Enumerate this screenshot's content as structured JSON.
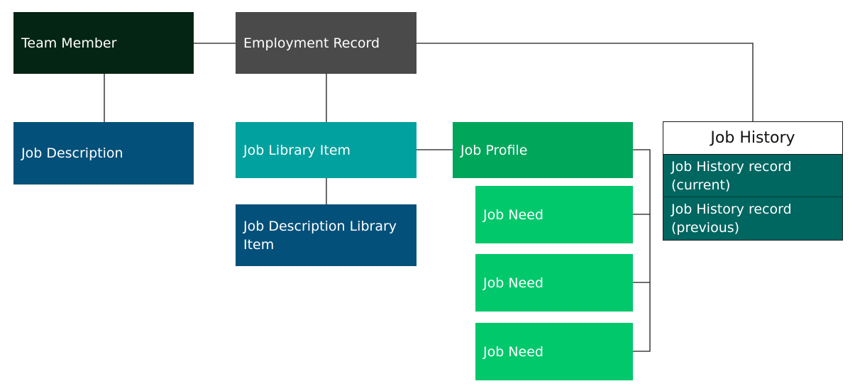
{
  "nodes": {
    "team_member": "Team Member",
    "employment_record": "Employment Record",
    "job_description": "Job Description",
    "job_library_item": "Job Library Item",
    "job_description_library_item": "Job Description Library Item",
    "job_profile": "Job Profile",
    "job_needs": [
      "Job Need",
      "Job Need",
      "Job Need"
    ]
  },
  "job_history": {
    "title": "Job History",
    "records": [
      "Job History record (current)",
      "Job History record (previous)"
    ]
  },
  "colors": {
    "team_member": "#052514",
    "employment_record": "#4a4a4a",
    "job_description": "#03507a",
    "job_library_item": "#00a19e",
    "job_description_library_item": "#03507a",
    "job_profile": "#00a65a",
    "job_need": "#00c86b",
    "job_history_record": "#006660",
    "connector": "#1a1a1a"
  }
}
